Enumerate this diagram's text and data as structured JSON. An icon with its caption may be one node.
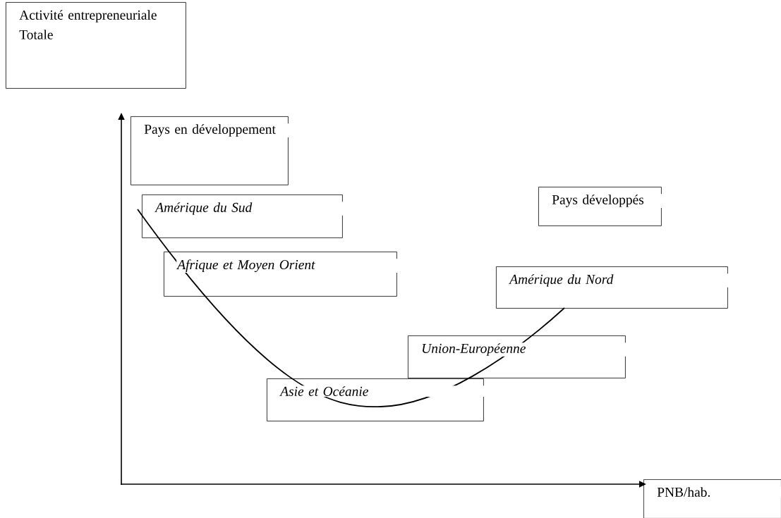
{
  "diagram": {
    "nodes": [
      {
        "text": [
          "Activité entrepreneuriale Totale"
        ]
      },
      {
        "text": [
          "Pays en développement"
        ]
      },
      {
        "text": [
          "Pays développés"
        ]
      },
      {
        "text": [
          "Amérique du Sud"
        ]
      },
      {
        "text": [
          "Afrique et Moyen Orient"
        ]
      },
      {
        "text": [
          "Amérique du Nord"
        ]
      },
      {
        "text": [
          "Union-Européenne"
        ]
      },
      {
        "text": [
          "Asie et Océanie"
        ]
      },
      {
        "text": [
          "PNB/hab."
        ]
      }
    ]
  }
}
